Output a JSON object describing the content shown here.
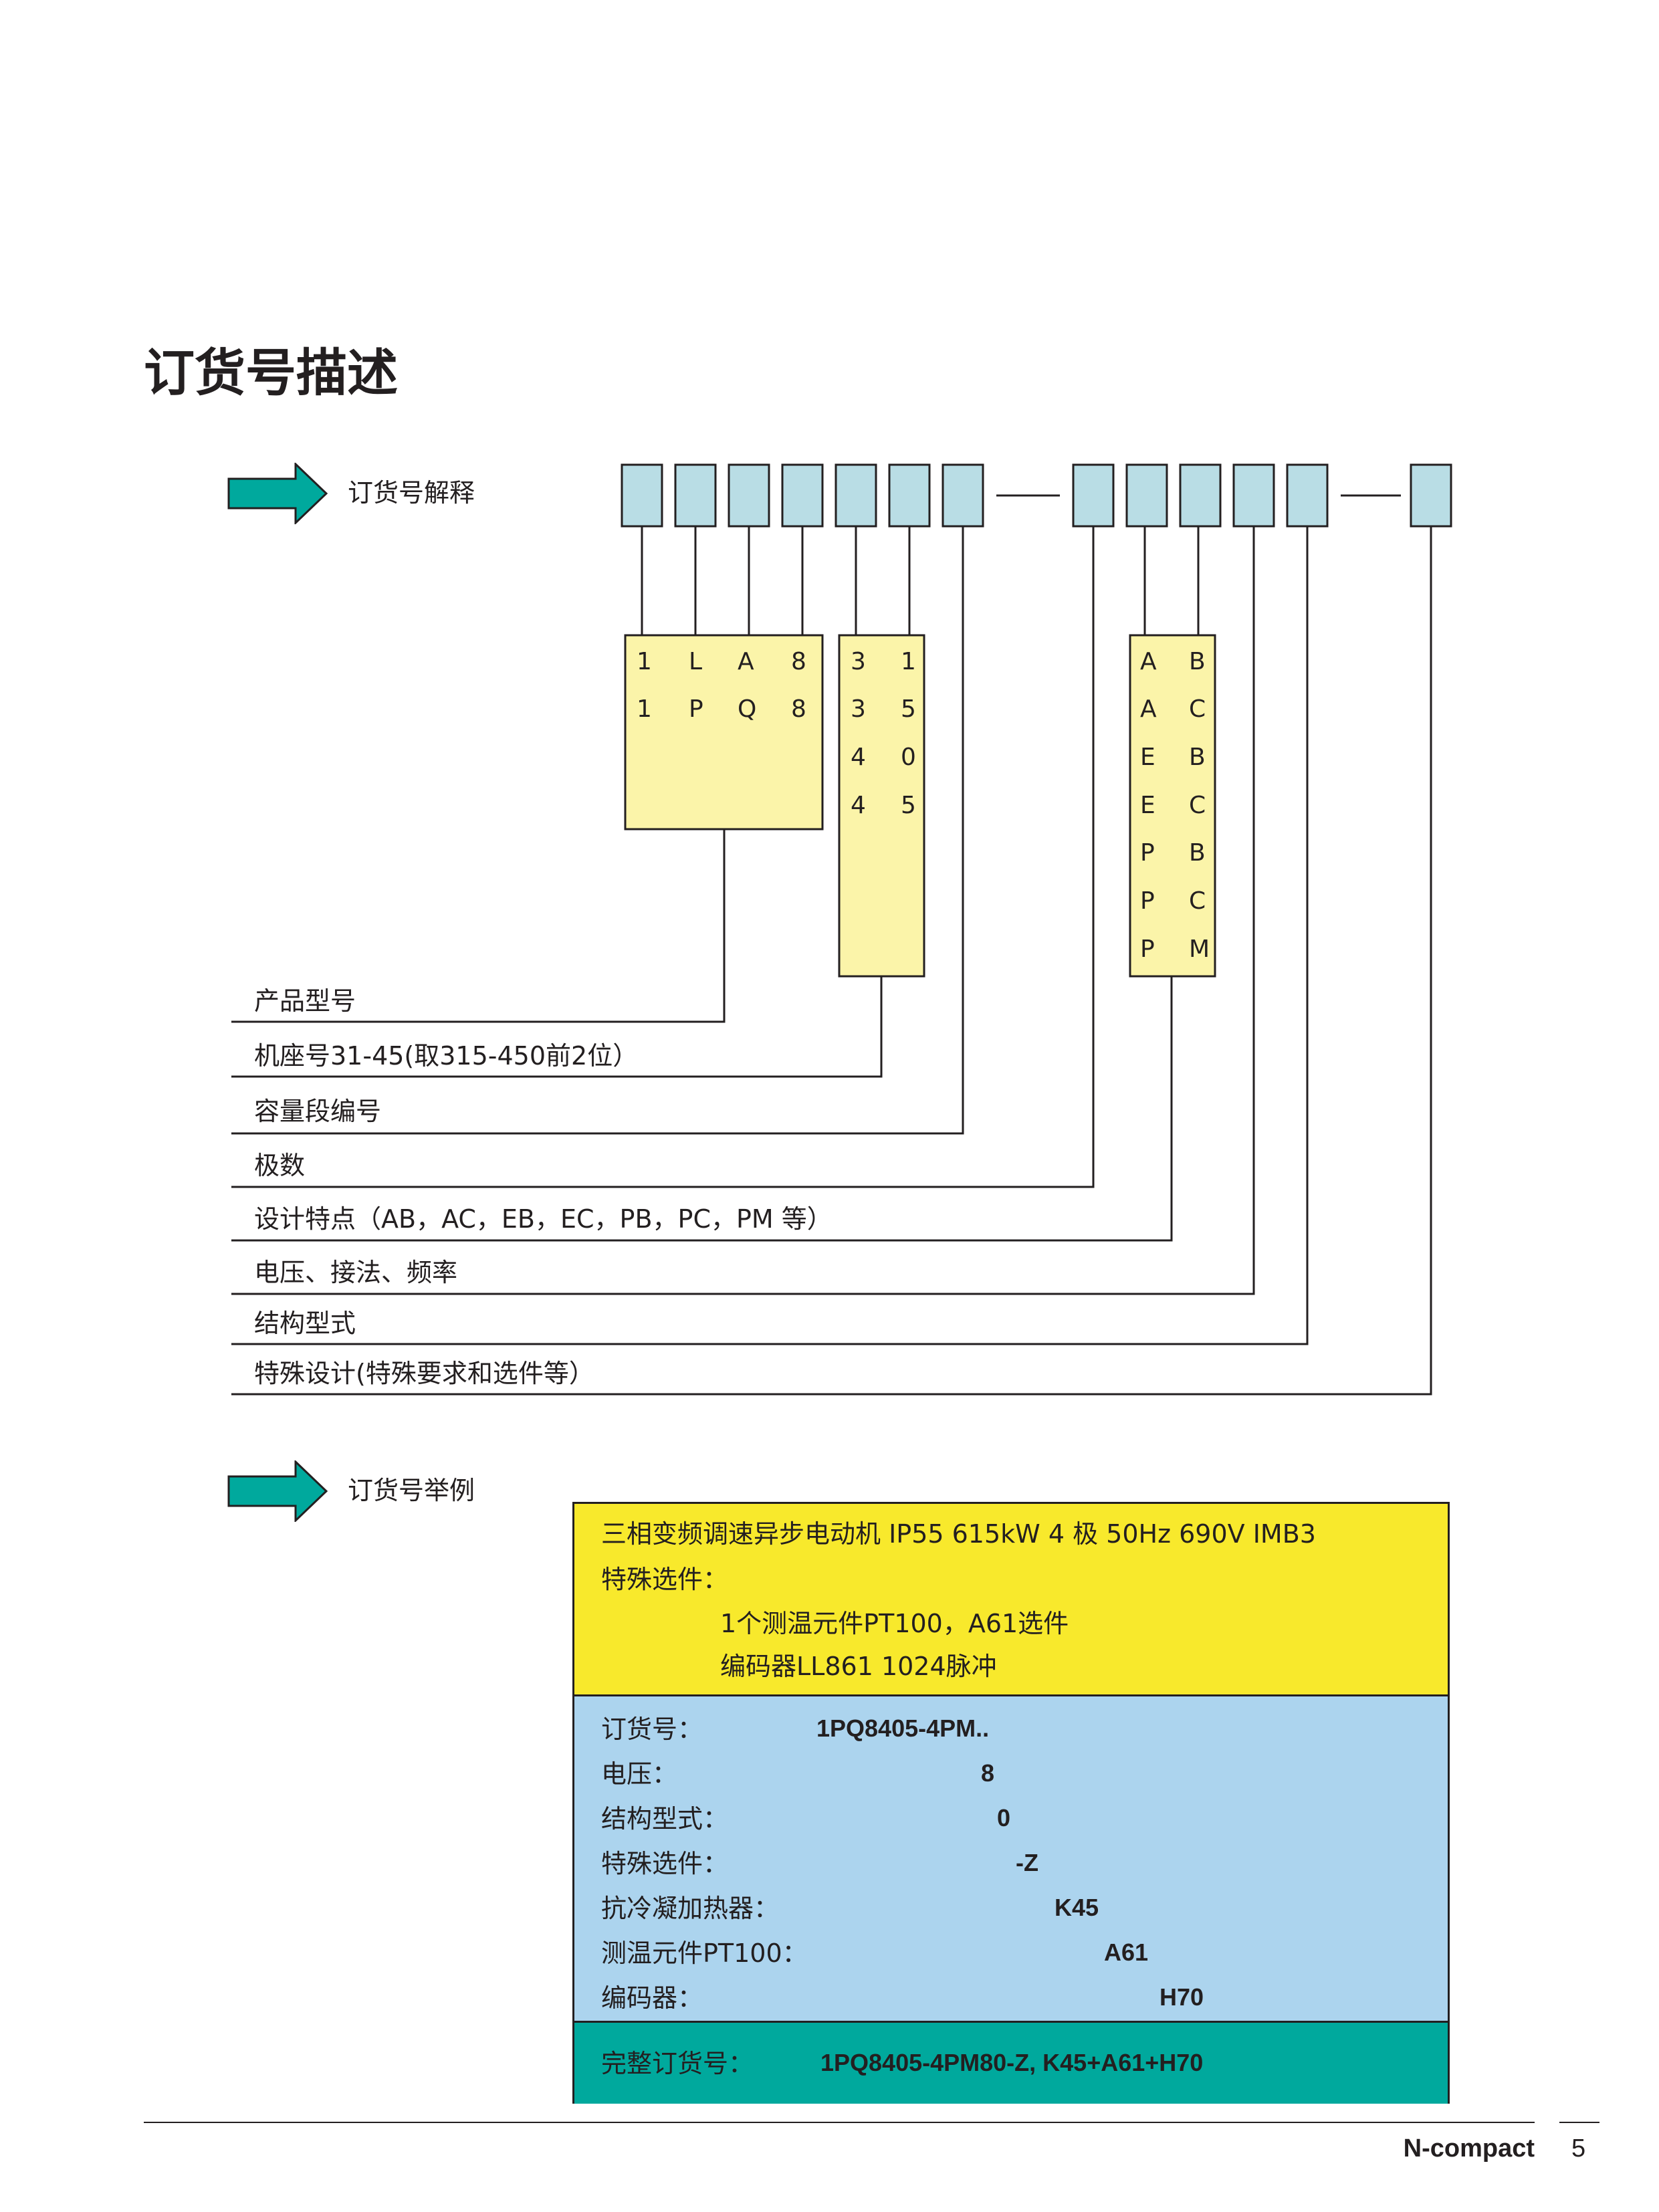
{
  "page": {
    "title": "订货号描述"
  },
  "section1": {
    "label": "订货号解释"
  },
  "section2": {
    "label": "订货号举例"
  },
  "diagram": {
    "group1": [
      [
        "1",
        "L",
        "A",
        "8"
      ],
      [
        "1",
        "P",
        "Q",
        "8"
      ]
    ],
    "group2": [
      [
        "3",
        "1"
      ],
      [
        "3",
        "5"
      ],
      [
        "4",
        "0"
      ],
      [
        "4",
        "5"
      ]
    ],
    "group3": [
      [
        "A",
        "B"
      ],
      [
        "A",
        "C"
      ],
      [
        "E",
        "B"
      ],
      [
        "E",
        "C"
      ],
      [
        "P",
        "B"
      ],
      [
        "P",
        "C"
      ],
      [
        "P",
        "M"
      ]
    ],
    "definitions": [
      "产品型号",
      "机座号31-45(取315-450前2位）",
      "容量段编号",
      "极数",
      "设计特点（AB，AC，EB，EC，PB，PC，PM 等）",
      "电压、接法、频率",
      "结构型式",
      "特殊设计(特殊要求和选件等）"
    ]
  },
  "example": {
    "description": "三相变频调速异步电动机 IP55 615kW 4 极 50Hz 690V IMB3",
    "special_options_label": "特殊选件：",
    "option1": "1个测温元件PT100，A61选件",
    "option2": "编码器LL861 1024脉冲",
    "rows": [
      {
        "label": "订货号：",
        "value": "1PQ8405-4PM.."
      },
      {
        "label": "电压：",
        "value": "8"
      },
      {
        "label": "结构型式：",
        "value": "0"
      },
      {
        "label": "特殊选件：",
        "value": "-Z"
      },
      {
        "label": "抗冷凝加热器：",
        "value": "K45"
      },
      {
        "label": "测温元件PT100：",
        "value": "A61"
      },
      {
        "label": "编码器：",
        "value": "H70"
      }
    ],
    "full_label": "完整订货号：",
    "full_value": "1PQ8405-4PM80-Z, K45+A61+H70"
  },
  "footer": {
    "brand": "N-compact",
    "page_number": "5"
  },
  "colors": {
    "cell": "#b9dde5",
    "box": "#fbf4a9",
    "arrow": "#00a99d",
    "yellow": "#f8e92c",
    "blue": "#acd4ee",
    "teal": "#00a99d"
  }
}
